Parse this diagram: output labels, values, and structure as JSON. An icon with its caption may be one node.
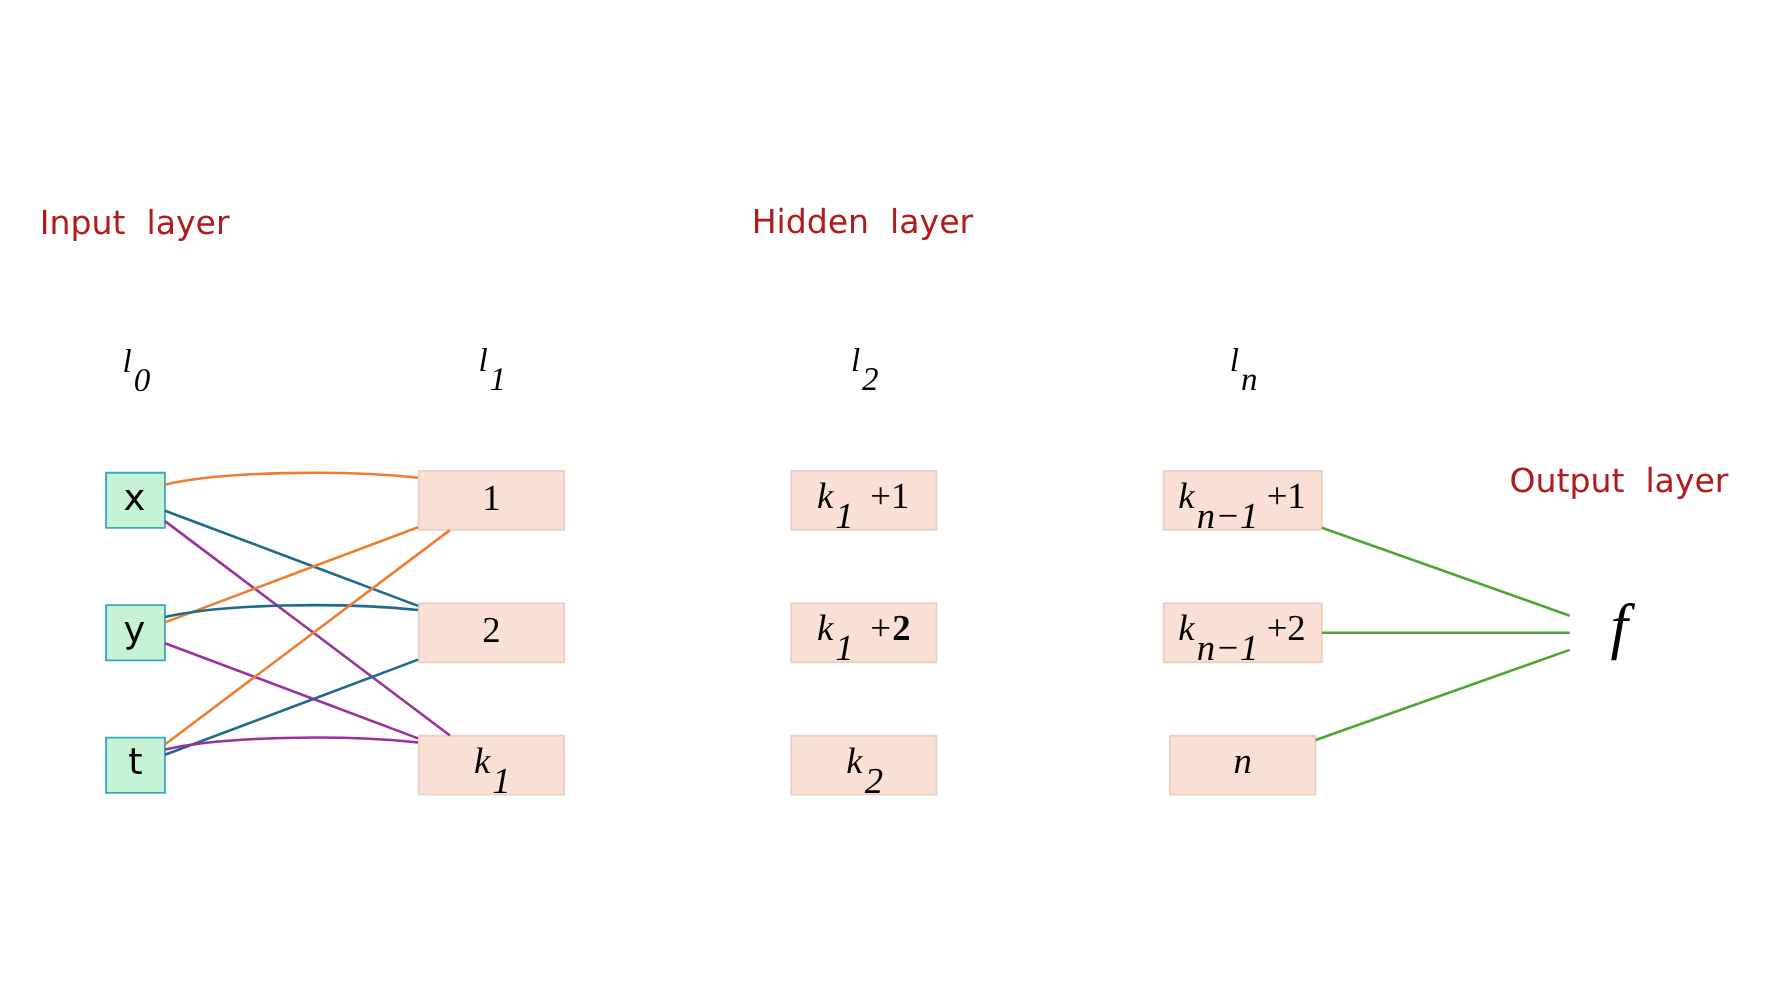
{
  "diagram": {
    "nodes": [
      {
        "text": [
          "x"
        ]
      },
      {
        "text": [
          "y"
        ]
      },
      {
        "text": [
          "t"
        ]
      },
      {
        "text": [
          "1"
        ]
      },
      {
        "text": [
          "2"
        ]
      },
      {
        "text": [
          "*k*$_{1}$"
        ]
      },
      {
        "text": [
          "*k*$_{1}$ +1"
        ]
      },
      {
        "text": [
          "*k*$_{1}$ +**2**"
        ]
      },
      {
        "text": [
          "*k*$_{2}$"
        ]
      },
      {
        "text": [
          "*k*$_{n−1}$ +1"
        ]
      },
      {
        "text": [
          "*k*$_{n−1}$ +2"
        ]
      },
      {
        "text": [
          "*n*"
        ]
      },
      {
        "text": [
          "*f*"
        ]
      }
    ],
    "edges": [
      {
        "from": 0,
        "to": 3,
        "arrow": "none",
        "color": "#ed7d31"
      },
      {
        "from": 0,
        "to": 4,
        "arrow": "none",
        "color": "#1f6b8c"
      },
      {
        "from": 0,
        "to": 5,
        "arrow": "none",
        "color": "#9b30a0"
      },
      {
        "from": 1,
        "to": 3,
        "arrow": "none",
        "color": "#ed7d31"
      },
      {
        "from": 1,
        "to": 4,
        "arrow": "none",
        "color": "#1f6b8c"
      },
      {
        "from": 1,
        "to": 5,
        "arrow": "none",
        "color": "#9b30a0"
      },
      {
        "from": 2,
        "to": 3,
        "arrow": "none",
        "color": "#ed7d31"
      },
      {
        "from": 2,
        "to": 4,
        "arrow": "none",
        "color": "#1f6b8c"
      },
      {
        "from": 2,
        "to": 5,
        "arrow": "none",
        "color": "#9b30a0"
      },
      {
        "from": 9,
        "to": 12,
        "arrow": "none",
        "color": "#4aa832"
      },
      {
        "from": 10,
        "to": 12,
        "arrow": "none",
        "color": "#4aa832"
      },
      {
        "from": 11,
        "to": 12,
        "arrow": "none",
        "color": "#4aa832"
      }
    ],
    "labels": [
      "Input layer",
      "Hidden layer",
      "Output layer",
      "*l*$_{0}$",
      "*l*$_{1}$",
      "*l*$_{2}$",
      "*l*$_{n}$"
    ]
  }
}
